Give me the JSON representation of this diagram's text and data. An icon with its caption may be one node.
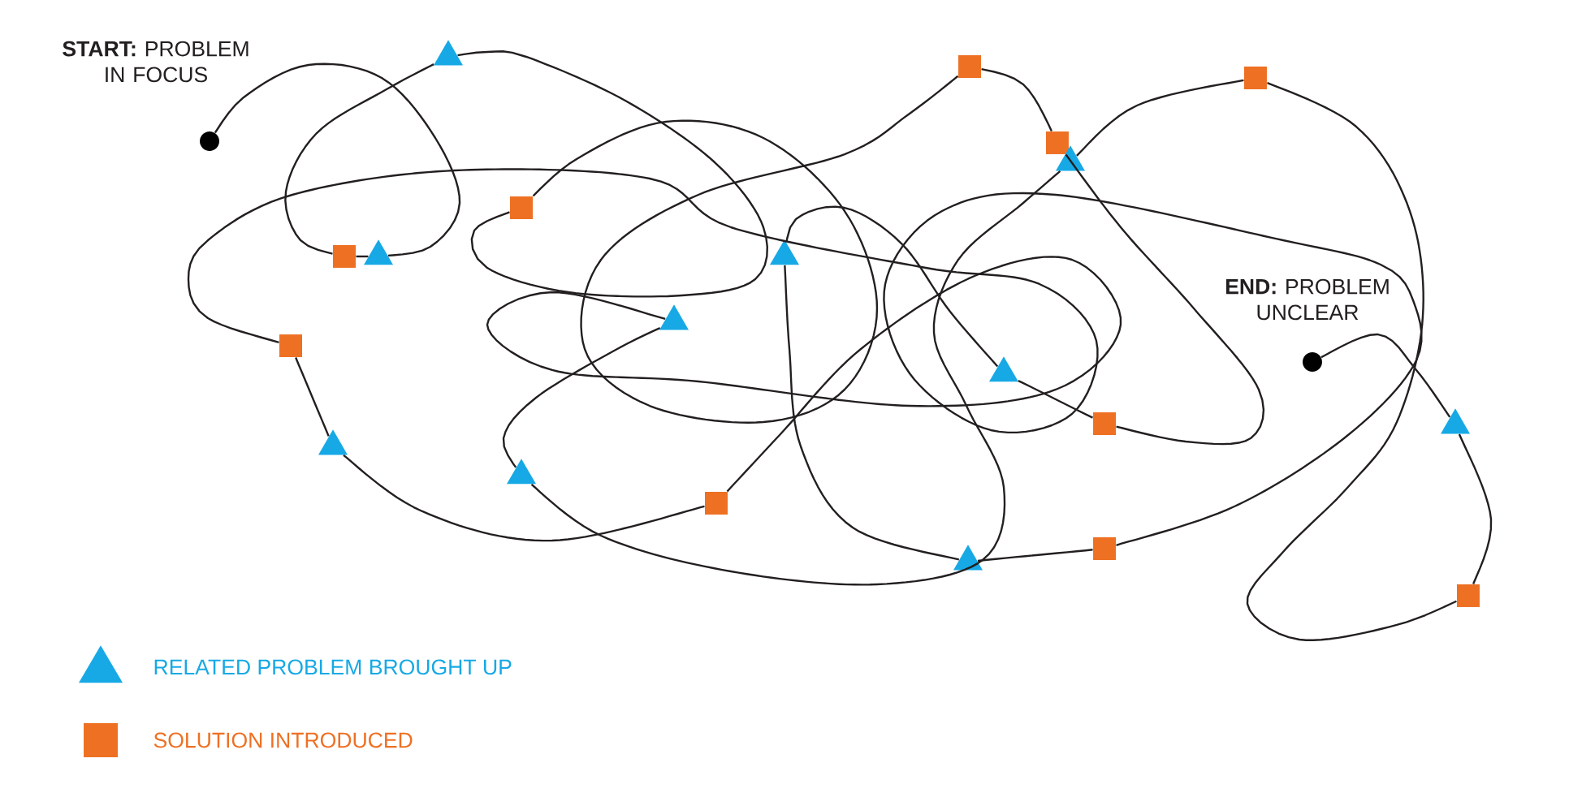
{
  "diagram": {
    "nodes": [
      {
        "text": [],
        "shape": "circle",
        "beside": [
          "**START:** PROBLEM IN FOCUS"
        ]
      },
      {
        "text": [],
        "shape": "square"
      },
      {
        "text": [],
        "shape": "triangle"
      },
      {
        "text": [],
        "shape": "square"
      },
      {
        "text": [],
        "shape": "triangle"
      },
      {
        "text": [],
        "shape": "triangle"
      },
      {
        "text": [],
        "shape": "square"
      },
      {
        "text": [],
        "shape": "triangle"
      },
      {
        "text": [],
        "shape": "triangle"
      },
      {
        "text": [],
        "shape": "square"
      },
      {
        "text": [],
        "shape": "triangle"
      },
      {
        "text": [],
        "shape": "triangle"
      },
      {
        "text": [],
        "shape": "square"
      },
      {
        "text": [],
        "shape": "triangle"
      },
      {
        "text": [],
        "shape": "square"
      },
      {
        "text": [],
        "shape": "triangle"
      },
      {
        "text": [],
        "shape": "square"
      },
      {
        "text": [],
        "shape": "square"
      },
      {
        "text": [],
        "shape": "square"
      },
      {
        "text": [],
        "shape": "triangle"
      },
      {
        "text": [],
        "shape": "square"
      },
      {
        "text": [],
        "shape": "circle",
        "beside": [
          "**END:** PROBLEM UNCLEAR"
        ]
      }
    ],
    "edges": [
      {
        "from": 0,
        "to": 4,
        "arrow": "none"
      },
      {
        "from": 4,
        "to": 3,
        "arrow": "none"
      },
      {
        "from": 3,
        "to": 5,
        "arrow": "none"
      },
      {
        "from": 5,
        "to": 6,
        "arrow": "none"
      },
      {
        "from": 6,
        "to": 12,
        "arrow": "none"
      },
      {
        "from": 12,
        "to": 14,
        "arrow": "none"
      },
      {
        "from": 14,
        "to": 16,
        "arrow": "none"
      },
      {
        "from": 16,
        "to": 13,
        "arrow": "none"
      },
      {
        "from": 13,
        "to": 10,
        "arrow": "none"
      },
      {
        "from": 10,
        "to": 11,
        "arrow": "none"
      },
      {
        "from": 11,
        "to": 17,
        "arrow": "none"
      },
      {
        "from": 17,
        "to": 1,
        "arrow": "none"
      },
      {
        "from": 1,
        "to": 2,
        "arrow": "none"
      },
      {
        "from": 2,
        "to": 9,
        "arrow": "none"
      },
      {
        "from": 9,
        "to": 8,
        "arrow": "none"
      },
      {
        "from": 8,
        "to": 7,
        "arrow": "none"
      },
      {
        "from": 7,
        "to": 15,
        "arrow": "none"
      },
      {
        "from": 15,
        "to": 18,
        "arrow": "none"
      },
      {
        "from": 18,
        "to": 20,
        "arrow": "none"
      },
      {
        "from": 20,
        "to": 19,
        "arrow": "none"
      },
      {
        "from": 19,
        "to": 21,
        "arrow": "none"
      }
    ],
    "legend": [
      {
        "text": "RELATED PROBLEM BROUGHT UP"
      },
      {
        "text": "SOLUTION INTRODUCED"
      }
    ]
  }
}
